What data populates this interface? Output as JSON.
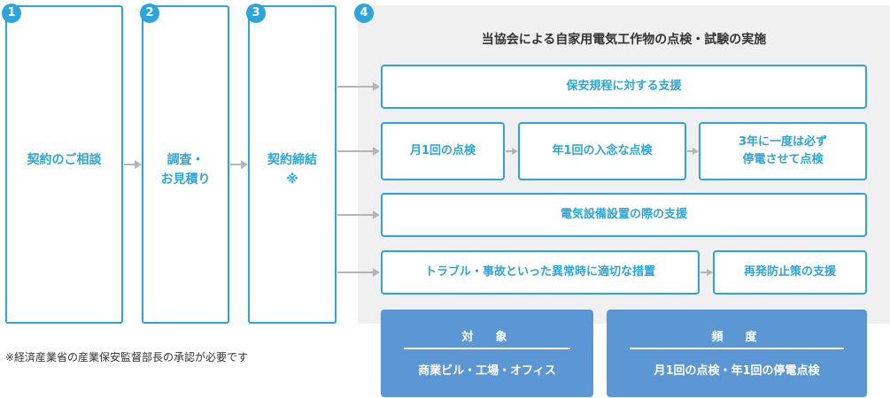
{
  "steps": [
    {
      "number": "1",
      "label": "契約のご相談"
    },
    {
      "number": "2",
      "label": "調査・\nお見積り"
    },
    {
      "number": "3",
      "label": "契約締結\n※"
    }
  ],
  "implementation": {
    "number": "4",
    "title": "当協会による自家用電気工作物の点検・試験の実施",
    "support_rules": "保安規程に対する支援",
    "monthly_inspection": "月1回の点検",
    "annual_inspection": "年1回の入念な点検",
    "triennial_inspection": "3年に一度は必ず\n停電させて点検",
    "installation_support": "電気設備設置の際の支援",
    "trouble_measures": "トラブル・事故といった異常時に適切な措置",
    "prevention_support": "再発防止策の支援"
  },
  "note": "※経済産業省の産業保安監督部長の承認が必要です",
  "target": {
    "heading": "対　象",
    "body": "商業ビル・工場・オフィス"
  },
  "frequency": {
    "heading": "頻　度",
    "body": "月1回の点検・年1回の停電点検"
  },
  "colors": {
    "accent": "#2aa6dc",
    "panel": "#f0f0f0",
    "bottom": "#5b96d5",
    "arrow": "#b5b5b5"
  }
}
